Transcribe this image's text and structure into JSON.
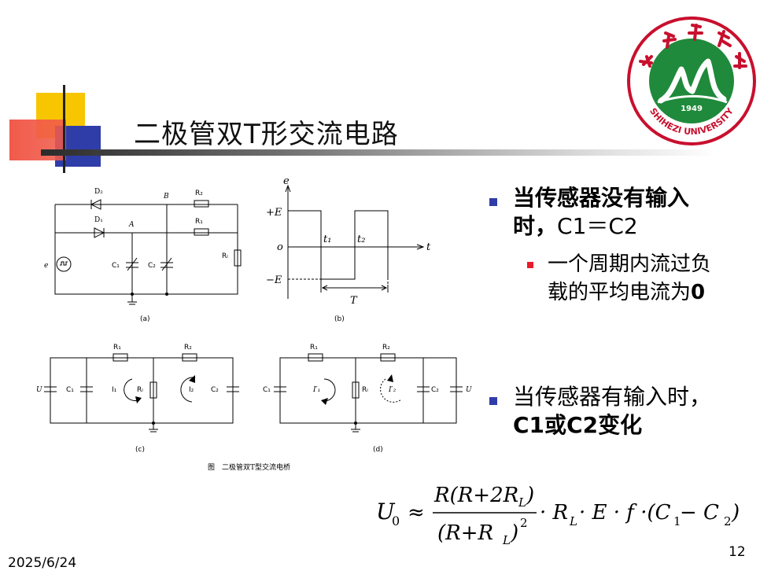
{
  "slide": {
    "title": "二极管双T形交流电路",
    "date": "2025/6/24",
    "page_number": "12"
  },
  "logo": {
    "year": "1949",
    "name_en": "SHIHEZI UNIVERSITY",
    "name_cn": "石河子大学"
  },
  "colors": {
    "bullet_blue": "#2f3da9",
    "bullet_red": "#e81c2a",
    "logo_green": "#1f8a3b",
    "logo_red": "#c8102e",
    "deco_yellow": "#f7c600",
    "deco_red": "#f15a4a",
    "deco_blue": "#2f3da9"
  },
  "figure": {
    "caption": "图　二极管双T型交流电桥",
    "sub_a": {
      "label": "(a)",
      "D2": "D₂",
      "D1": "D₁",
      "B": "B",
      "A": "A",
      "R2": "R₂",
      "R1": "R₁",
      "RL": "Rₗ",
      "C1": "C₁",
      "C2": "C₂",
      "e": "e"
    },
    "sub_b": {
      "label": "(b)",
      "e": "e",
      "plusE": "+E",
      "minusE": "−E",
      "o": "o",
      "t1": "t₁",
      "t2": "t₂",
      "t": "t",
      "T": "T"
    },
    "sub_c": {
      "label": "(c)",
      "R1": "R₁",
      "R2": "R₂",
      "U": "U",
      "C1": "C₁",
      "I1": "I₁",
      "RL": "Rₗ",
      "I2": "I₂",
      "C2": "C₂"
    },
    "sub_d": {
      "label": "(d)",
      "R1": "R₁",
      "R2": "R₂",
      "C1": "C₁",
      "I1p": "I′₁",
      "RL": "Rₗ",
      "I2p": "I′₂",
      "C2": "C₂",
      "U": "U"
    }
  },
  "bullets": [
    {
      "text_a": "当传感器没有输入时，",
      "text_b": "C1＝C2"
    },
    {
      "sub": "一个周期内流过负载的平均电流为",
      "sub_bold": "0"
    },
    {
      "text_a": "当传感器有输入时，",
      "text_b": "C1或C2变化"
    }
  ],
  "formula": {
    "lhs": "U",
    "lhs_sub": "0",
    "approx": "≈",
    "numerator": "R(R+2R",
    "num_sub": "L",
    "num_close": ")",
    "denominator": "(R+R",
    "den_sub": "L",
    "den_close": ")",
    "den_exp": "2",
    "rest_a": "· R",
    "rest_a_sub": "L",
    "rest_b": "· E · f ·(C",
    "rest_c1_sub": "1",
    "rest_minus": " − C",
    "rest_c2_sub": "2",
    "rest_close": ")"
  }
}
